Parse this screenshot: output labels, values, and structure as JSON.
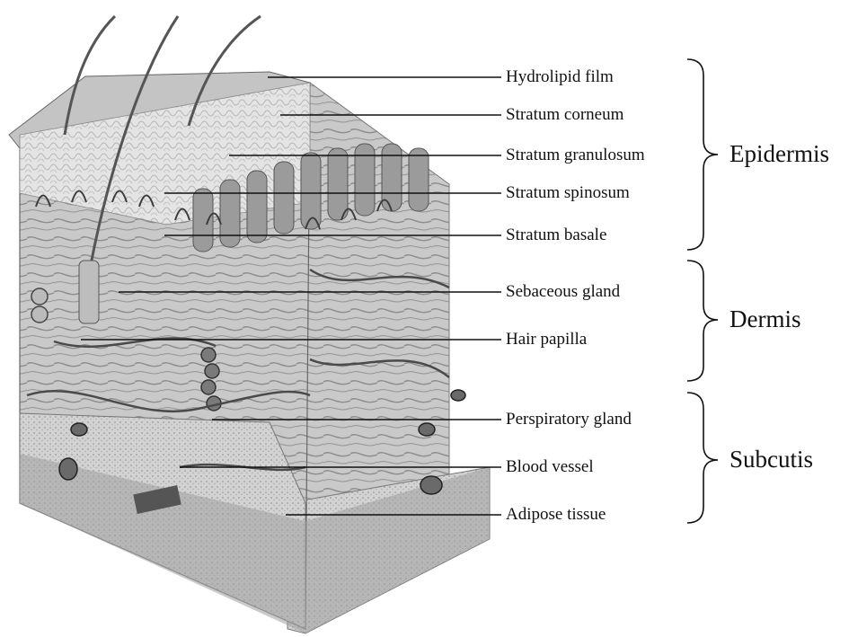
{
  "diagram": {
    "labels": [
      {
        "id": "hydrolipid-film",
        "text": "Hydrolipid film"
      },
      {
        "id": "stratum-corneum",
        "text": "Stratum corneum"
      },
      {
        "id": "stratum-granulosum",
        "text": "Stratum granulosum"
      },
      {
        "id": "stratum-spinosum",
        "text": "Stratum spinosum"
      },
      {
        "id": "stratum-basale",
        "text": "Stratum basale"
      },
      {
        "id": "sebaceous-gland",
        "text": "Sebaceous gland"
      },
      {
        "id": "hair-papilla",
        "text": "Hair papilla"
      },
      {
        "id": "perspiratory-gland",
        "text": "Perspiratory gland"
      },
      {
        "id": "blood-vessel",
        "text": "Blood vessel"
      },
      {
        "id": "adipose-tissue",
        "text": "Adipose tissue"
      }
    ],
    "groups": [
      {
        "id": "epidermis",
        "text": "Epidermis"
      },
      {
        "id": "dermis",
        "text": "Dermis"
      },
      {
        "id": "subcutis",
        "text": "Subcutis"
      }
    ]
  },
  "colors": {
    "line": "#111111",
    "tissue_light": "#d9d9d9",
    "tissue_mid": "#a8a8a8",
    "tissue_dark": "#5a5a5a"
  }
}
